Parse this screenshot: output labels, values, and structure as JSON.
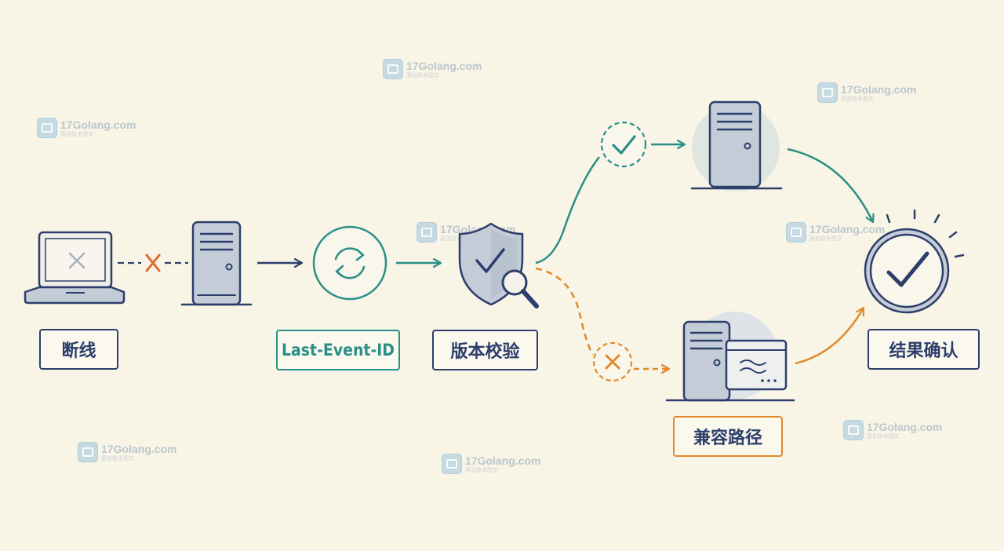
{
  "labels": {
    "disconnect": "断线",
    "last_event_id": "Last-Event-ID",
    "version_check": "版本校验",
    "compat_path": "兼容路径",
    "result_confirm": "结果确认"
  },
  "watermark": {
    "domain": "17Golang.com",
    "sub": "原创技术图文"
  },
  "colors": {
    "background": "#f8f4e6",
    "navy": "#2c3e6b",
    "teal": "#2a8f86",
    "orange": "#e08a2a",
    "fill_gray": "#c4ccd8",
    "halo": "#dfe6e0"
  },
  "icons": [
    "laptop-icon",
    "broken-link-x-icon",
    "server-icon",
    "sync-icon",
    "shield-check-icon",
    "magnifier-icon",
    "check-circle-icon",
    "x-circle-icon",
    "server-with-panel-icon",
    "big-check-circle-icon"
  ]
}
